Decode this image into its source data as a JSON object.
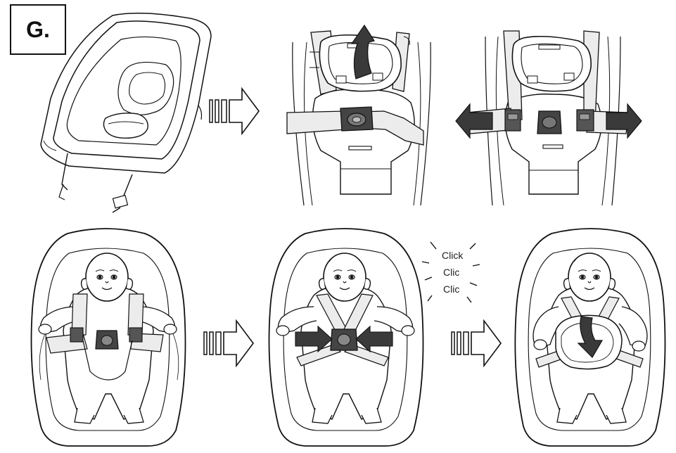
{
  "step_label": "G.",
  "sound_words": [
    "Click",
    "Clic",
    "Clic"
  ],
  "panels": [
    {
      "id": "bassinet-overview"
    },
    {
      "id": "lift-cover-flap"
    },
    {
      "id": "pull-straps-apart"
    },
    {
      "id": "baby-straps-open"
    },
    {
      "id": "buckle-straps"
    },
    {
      "id": "close-cover-flap"
    }
  ],
  "colors": {
    "line": "#111111",
    "arrow_fill": "#3a3a3a",
    "strap_fill": "#ececec"
  }
}
